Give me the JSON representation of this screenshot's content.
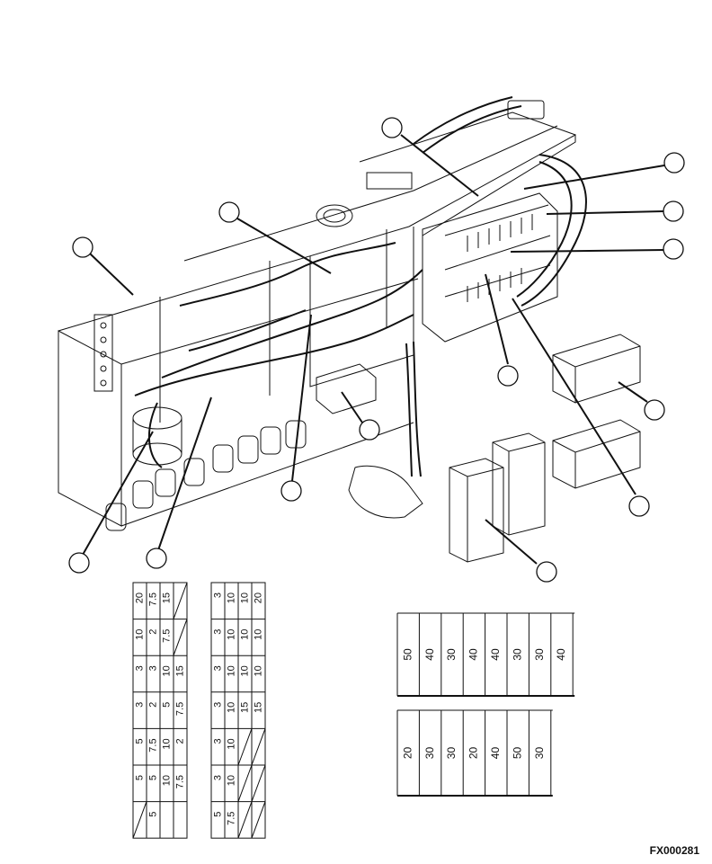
{
  "figure_code": "FX000281",
  "left_fuse_block": {
    "columns": [
      [
        "20",
        "7.5",
        "15",
        "",
        "10",
        "2",
        "7.5",
        "",
        "3",
        "3",
        "10",
        "15",
        "3",
        "2",
        "5",
        "7.5",
        "5",
        "7.5",
        "10",
        "2",
        "5",
        "5",
        "10",
        "7.5",
        "",
        "5"
      ],
      [
        "3",
        "10",
        "10",
        "20",
        "3",
        "10",
        "10",
        "10",
        "3",
        "10",
        "10",
        "10",
        "3",
        "10",
        "15",
        "15",
        "3",
        "10",
        "",
        "",
        "3",
        "10",
        "",
        "",
        "5",
        "7.5",
        "",
        ""
      ]
    ]
  },
  "right_fuse_block": {
    "top_row": [
      "50",
      "40",
      "30",
      "40",
      "40",
      "30",
      "30",
      "40"
    ],
    "bottom_row": [
      "20",
      "30",
      "30",
      "20",
      "40",
      "50",
      "30"
    ]
  }
}
